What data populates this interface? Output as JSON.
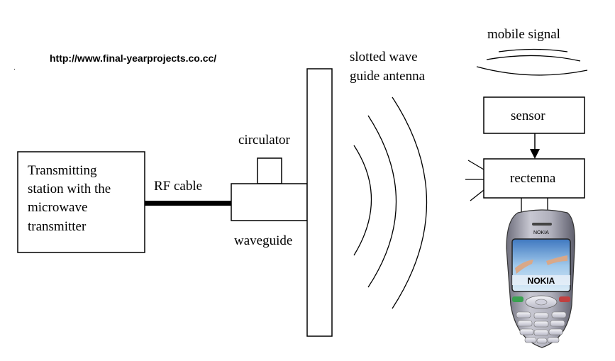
{
  "url": "http://www.final-yearprojects.co.cc/",
  "labels": {
    "transmitter": [
      "Transmitting",
      "station with the",
      "microwave",
      "transmitter"
    ],
    "rf_cable": "RF cable",
    "circulator": "circulator",
    "waveguide": "waveguide",
    "antenna": [
      "slotted wave",
      "guide antenna"
    ],
    "mobile_signal": "mobile signal",
    "sensor": "sensor",
    "rectenna": "rectenna"
  },
  "phone": {
    "brand": "NOKIA"
  },
  "colors": {
    "line": "#000000",
    "phone_body": "#9a9aa8",
    "phone_screen": "#6fa8d8",
    "brand_text": "#1a2a8a"
  }
}
